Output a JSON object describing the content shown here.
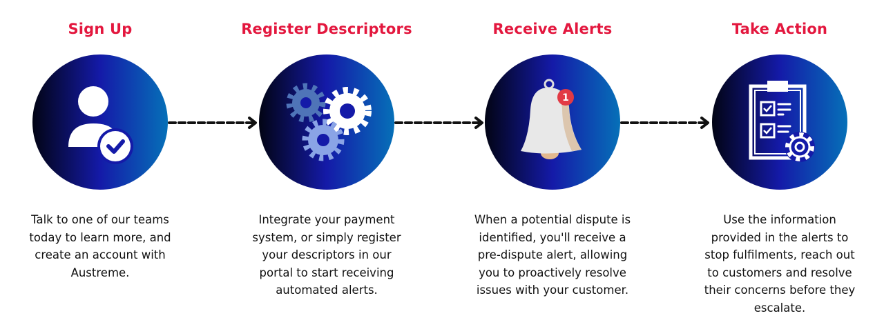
{
  "steps": [
    {
      "title": "Sign Up",
      "icon": "user-check-icon",
      "description": [
        "Talk to one of our teams",
        "today to learn more, and",
        "create an account with",
        "Austreme."
      ]
    },
    {
      "title": "Register Descriptors",
      "icon": "gears-icon",
      "description": [
        "Integrate your payment",
        "system, or  simply register",
        "your descriptors in our",
        "portal to start receiving",
        "automated alerts."
      ]
    },
    {
      "title": "Receive Alerts",
      "icon": "bell-notification-icon",
      "badge": "1",
      "description": [
        "When a potential dispute is",
        "identified, you'll receive a",
        "pre-dispute alert, allowing",
        "you to proactively resolve",
        "issues with your customer."
      ]
    },
    {
      "title": "Take Action",
      "icon": "clipboard-gear-icon",
      "description": [
        "Use the information",
        "provided in the alerts to",
        "stop fulfilments, reach out",
        "to customers and resolve",
        "their concerns before they",
        "escalate."
      ]
    }
  ],
  "colors": {
    "title": "#e3173e",
    "gradient_start": "#020414",
    "gradient_mid": "#141aa8",
    "gradient_end": "#0670b8"
  }
}
